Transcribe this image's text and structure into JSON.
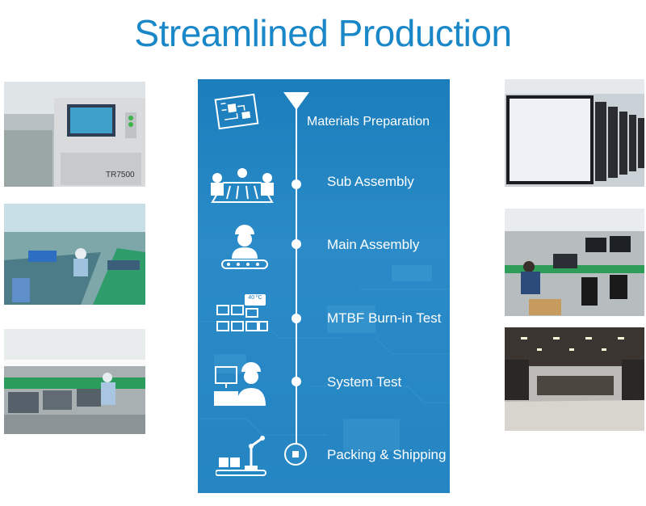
{
  "title": "Streamlined Production",
  "steps": [
    {
      "label": "Materials Preparation",
      "icon": "circuit-board-icon"
    },
    {
      "label": "Sub Assembly",
      "icon": "assembly-line-icon"
    },
    {
      "label": "Main Assembly",
      "icon": "worker-conveyor-icon"
    },
    {
      "label": "MTBF Burn-in Test",
      "icon": "monitors-icon"
    },
    {
      "label": "System Test",
      "icon": "worker-monitor-icon"
    },
    {
      "label": "Packing & Shipping",
      "icon": "robot-arm-icon"
    }
  ],
  "icon_badge": "40 ºC",
  "photo_labels": {
    "machine_model": "TR7500"
  },
  "colors": {
    "title": "#1a87c8",
    "panel": "#2485c2"
  }
}
